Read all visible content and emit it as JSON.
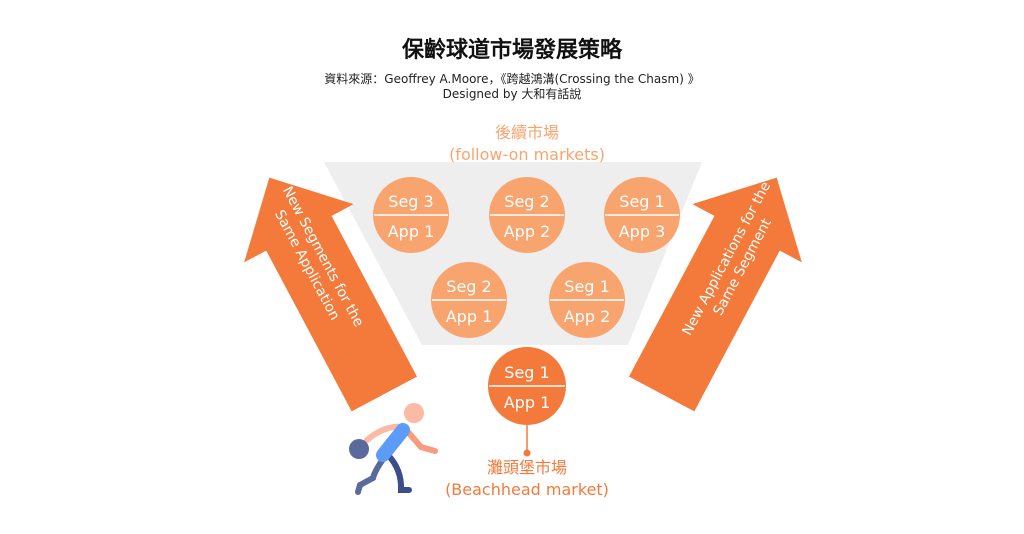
{
  "title": "保齡球道市場發展策略",
  "source": "資料來源：Geoffrey A.Moore，《跨越鴻溝(Crossing the Chasm) 》",
  "designer": "Designed by 大和有話說",
  "follow_on": {
    "zh": "後續市場",
    "en": "(follow-on markets)"
  },
  "beachhead": {
    "zh": "灘頭堡市場",
    "en": "(Beachhead market)",
    "seg": "Seg 1",
    "app": "App 1"
  },
  "circles": [
    {
      "seg": "Seg 3",
      "app": "App 1"
    },
    {
      "seg": "Seg 2",
      "app": "App 2"
    },
    {
      "seg": "Seg 1",
      "app": "App 3"
    },
    {
      "seg": "Seg 2",
      "app": "App 1"
    },
    {
      "seg": "Seg 1",
      "app": "App 2"
    }
  ],
  "left_arrow": {
    "line1": "New Segments for the",
    "line2": "Same Application"
  },
  "right_arrow": {
    "line1": "New Applications for the",
    "line2": "Same Segment"
  },
  "colors": {
    "orange": "#f47a3c",
    "light": "#f8a46e",
    "funnel": "#eeeeee"
  }
}
